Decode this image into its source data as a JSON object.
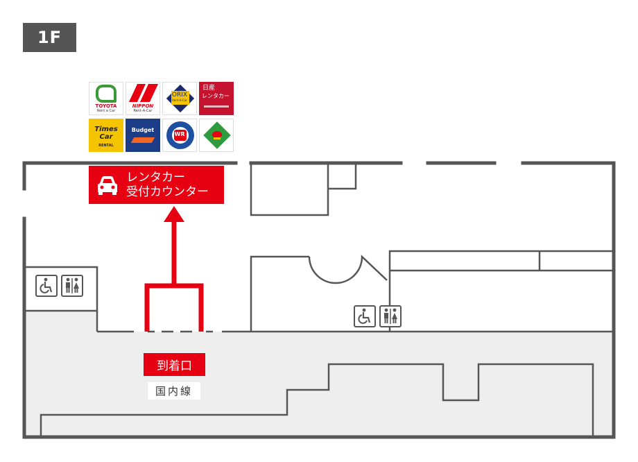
{
  "floor": {
    "label": "1F"
  },
  "rental_companies": [
    {
      "name": "Toyota Rent a Car",
      "icon": "toyota-rent-a-car-logo",
      "text_top": "TOYOTA",
      "text_bottom": "Rent a Car",
      "color": "#3a9b35"
    },
    {
      "name": "Nippon Rent-A-Car",
      "icon": "nippon-rent-a-car-logo",
      "text_top": "NIPPON",
      "text_bottom": "Rent-A-Car",
      "color": "#e60012"
    },
    {
      "name": "Orix Rent-A-Car",
      "icon": "orix-rent-a-car-logo",
      "text_top": "ORIX",
      "text_bottom": "Rent-A-Car",
      "color": "#1a2a6c"
    },
    {
      "name": "Nissan Rent-A-Car",
      "icon": "nissan-rent-a-car-logo",
      "text_top": "日産",
      "text_bottom": "レンタカー",
      "color": "#c4122f"
    },
    {
      "name": "Times Car Rental",
      "icon": "times-car-rental-logo",
      "text_top": "Times",
      "text_middle": "Car",
      "text_bottom": "RENTAL",
      "color": "#f5c400"
    },
    {
      "name": "Budget",
      "icon": "budget-logo",
      "text_top": "Budget",
      "color": "#1d3c87"
    },
    {
      "name": "Wide Rent-A-Car",
      "icon": "wide-rent-a-car-logo",
      "text_top": "WR",
      "color": "#1e4fa0"
    },
    {
      "name": "Green Rent-A-Car",
      "icon": "green-rent-a-car-logo",
      "color": "#2e9b3e"
    }
  ],
  "counter_sign": {
    "line1": "レンタカー",
    "line2": "受付カウンター",
    "icon": "car-icon"
  },
  "arrival": {
    "label": "到着口",
    "sublabel": "国内線"
  },
  "facilities": [
    {
      "icon": "wheelchair-icon"
    },
    {
      "icon": "restroom-icon"
    }
  ],
  "colors": {
    "accent": "#e60012",
    "wall": "#555555",
    "corridor": "#eeeeee",
    "badge": "#555555"
  }
}
